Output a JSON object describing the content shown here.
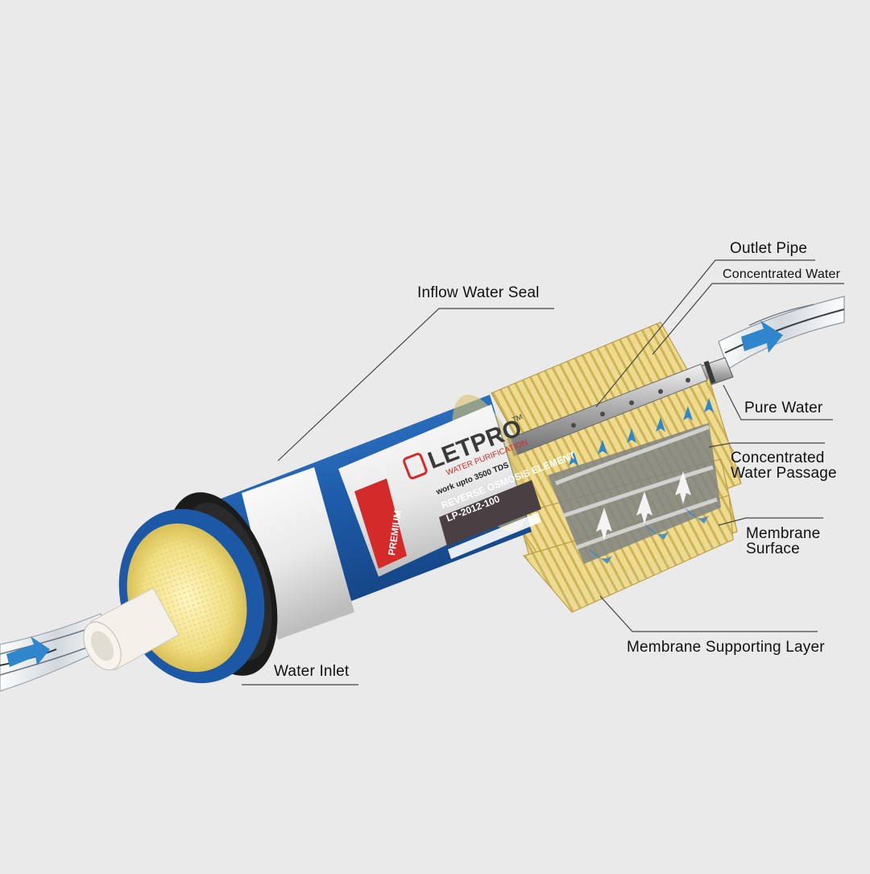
{
  "labels": {
    "outlet_pipe": "Outlet Pipe",
    "concentrated_water": "Concentrated Water",
    "inflow_water_seal": "Inflow Water Seal",
    "pure_water": "Pure Water",
    "concentrated_water_passage": [
      "Concentrated",
      "Water Passage"
    ],
    "membrane_surface": [
      "Membrane",
      "Surface"
    ],
    "membrane_supporting_layer": "Membrane Supporting Layer",
    "water_inlet": "Water Inlet"
  },
  "product": {
    "brand": "LETPRO",
    "trademark": "TM",
    "brand_sub": "WATER PURIFICATION",
    "badge": "PREMIUM",
    "tds_note": "work upto 3500 TDS",
    "element_name": "REVERSE OSMOSIS ELEMENT",
    "model": "LP-2012-100"
  },
  "colors": {
    "background": "#eaeaea",
    "housing_blue": "#1f5fae",
    "membrane_yellow": "#eed98a",
    "accent_red": "#d42a2a",
    "water_arrow": "#2f86cc"
  }
}
